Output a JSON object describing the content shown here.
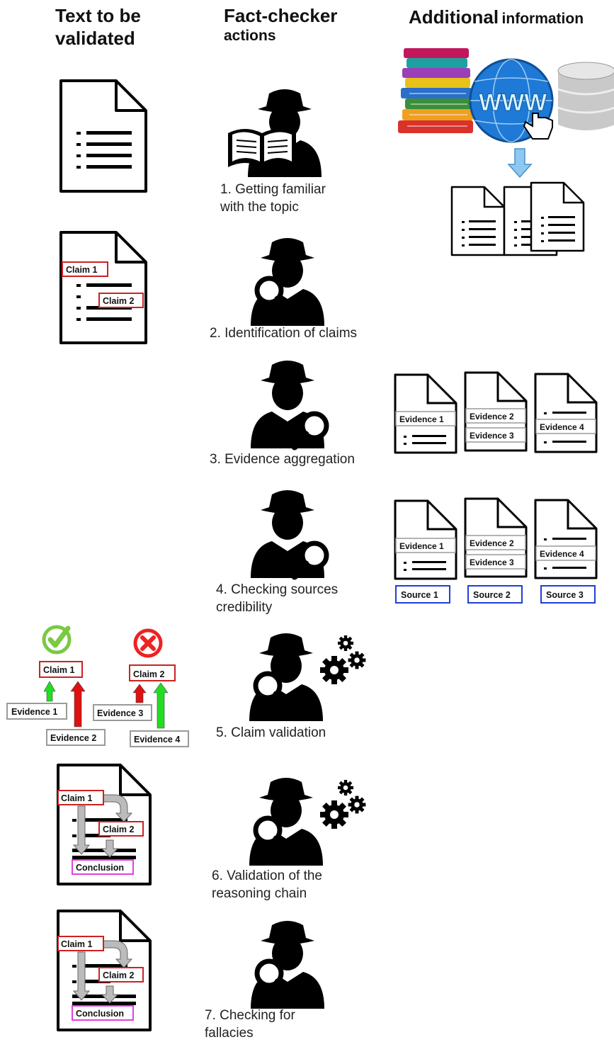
{
  "headers": {
    "col1_line1": "Text to be",
    "col1_line2": "validated",
    "col2_line1": "Fact-checker",
    "col2_line2": "actions",
    "col3_bold": "Additional",
    "col3_rest": "information"
  },
  "steps": [
    {
      "line1": "1. Getting familiar",
      "line2": "with the topic"
    },
    {
      "line1": "2. Identification of claims",
      "line2": ""
    },
    {
      "line1": "3. Evidence aggregation",
      "line2": ""
    },
    {
      "line1": "4. Checking sources",
      "line2": "credibility"
    },
    {
      "line1": "5. Claim validation",
      "line2": ""
    },
    {
      "line1": "6. Validation of the",
      "line2": "reasoning chain"
    },
    {
      "line1": "7. Checking for",
      "line2": "fallacies"
    }
  ],
  "labels": {
    "claim1": "Claim 1",
    "claim2": "Claim 2",
    "conclusion": "Conclusion",
    "evidence1": "Evidence 1",
    "evidence2": "Evidence 2",
    "evidence3": "Evidence 3",
    "evidence4": "Evidence 4",
    "source1": "Source 1",
    "source2": "Source 2",
    "source3": "Source 3",
    "www": "WWW"
  },
  "colors": {
    "claim_border": "#cc2222",
    "conclusion_border": "#e040e0",
    "source_border": "#1f3fd6",
    "evidence_border": "#9a9a9a",
    "arrow_green": "#22dd22",
    "arrow_red": "#dd1111",
    "check_green": "#7ac943",
    "cross_red": "#ee2222",
    "download_arrow": "#8cc8f0"
  }
}
